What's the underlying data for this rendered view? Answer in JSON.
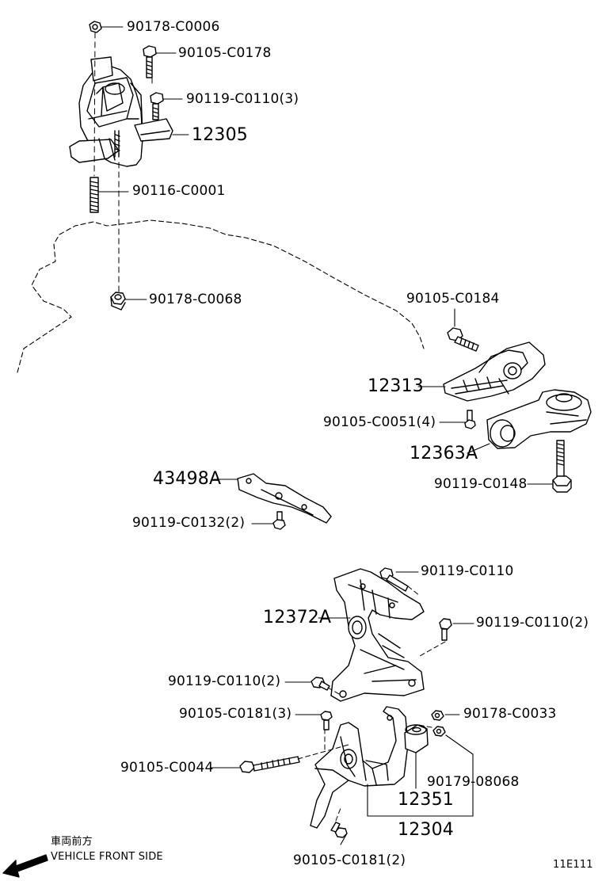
{
  "parts": {
    "p1": "90178-C0006",
    "p2": "90105-C0178",
    "p3": "90119-C0110(3)",
    "p4": "12305",
    "p5": "90116-C0001",
    "p6": "90178-C0068",
    "p7": "90105-C0184",
    "p8": "12313",
    "p9": "90105-C0051(4)",
    "p10": "12363A",
    "p11": "90119-C0148",
    "p12": "43498A",
    "p13": "90119-C0132(2)",
    "p14": "90119-C0110",
    "p15": "12372A",
    "p16": "90119-C0110(2)",
    "p17": "90119-C0110(2)",
    "p18": "90105-C0181(3)",
    "p19": "90178-C0033",
    "p20": "90105-C0044",
    "p21": "90179-08068",
    "p22": "12351",
    "p23": "12304",
    "p24": "90105-C0181(2)"
  },
  "direction": {
    "japanese": "車両前方",
    "english": "VEHICLE FRONT SIDE"
  },
  "figure_id": "11E111"
}
